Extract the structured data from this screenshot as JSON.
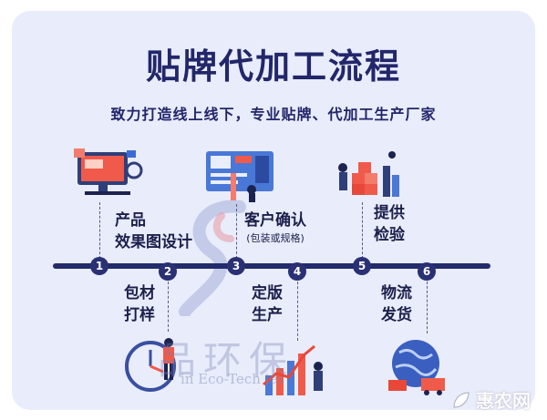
{
  "header": {
    "title": "贴牌代加工流程",
    "subtitle": "致力打造线上线下，专业贴牌、代加工生产厂家"
  },
  "steps": [
    {
      "number": "1",
      "line1": "产品",
      "line2": "效果图设计",
      "note": ""
    },
    {
      "number": "2",
      "line1": "包材",
      "line2": "打样",
      "note": ""
    },
    {
      "number": "3",
      "line1": "客户确认",
      "line2": "",
      "note": "(包装或规格)"
    },
    {
      "number": "4",
      "line1": "定版",
      "line2": "生产",
      "note": ""
    },
    {
      "number": "5",
      "line1": "提供",
      "line2": "检验",
      "note": ""
    },
    {
      "number": "6",
      "line1": "物流",
      "line2": "发货",
      "note": ""
    }
  ],
  "watermark": {
    "company_cn": "品环保",
    "company_en": "in Eco-Tech  ies"
  },
  "corner_mark": {
    "text": "惠农网"
  },
  "icons": [
    "design-computer-icon",
    "dashboard-board-icon",
    "warehouse-boxes-icon",
    "clock-person-icon",
    "growth-chart-icon",
    "globe-logistics-icon",
    "leaf-logo-icon"
  ],
  "colors": {
    "primary": "#22266a",
    "background": "#e9ecfa",
    "accent": "#f05a4a"
  }
}
